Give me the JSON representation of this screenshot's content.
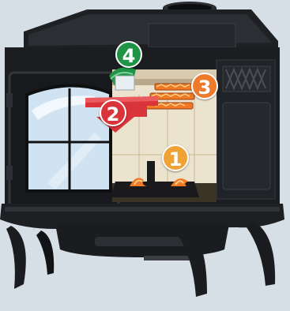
{
  "markers": [
    {
      "label": "1",
      "color": "#f0a234"
    },
    {
      "label": "2",
      "color": "#d9343a"
    },
    {
      "label": "3",
      "color": "#ee7a2c"
    },
    {
      "label": "4",
      "color": "#1f9447"
    }
  ],
  "colors": {
    "background": "#d6dfe5",
    "stove_body": "#1b1d21",
    "firebox_wall": "#ece3cf",
    "glass": "#cfe3f3",
    "fire": "#f07a24"
  }
}
